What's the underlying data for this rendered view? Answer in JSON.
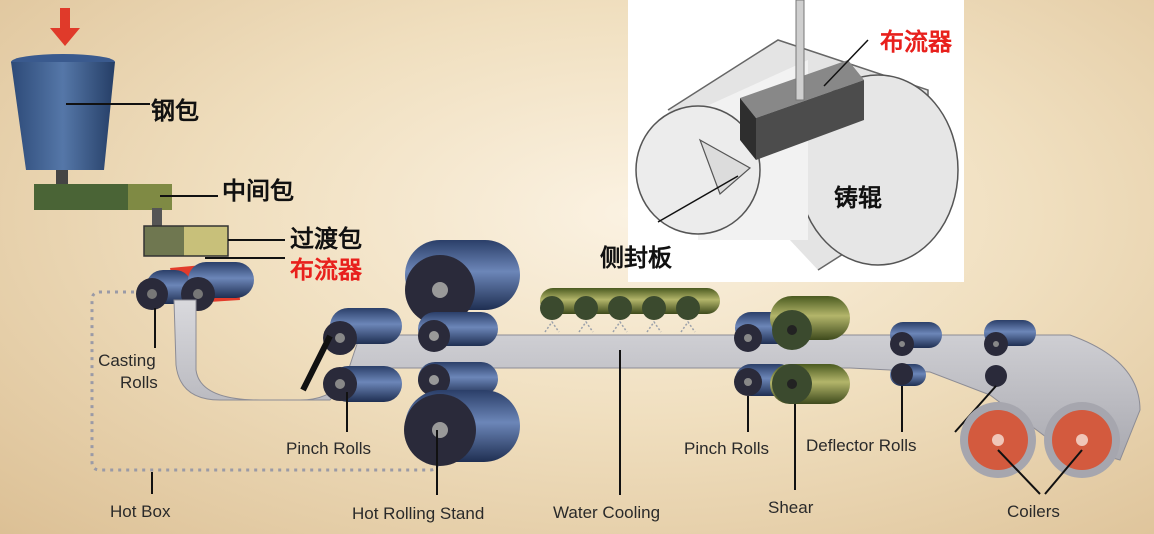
{
  "labels": {
    "ladle": "钢包",
    "tundish": "中间包",
    "transition_box": "过渡包",
    "distributor": "布流器",
    "casting_rolls_1": "Casting",
    "casting_rolls_2": "Rolls",
    "pinch_rolls": "Pinch Rolls",
    "pinch_rolls_2": "Pinch Rolls",
    "hot_box": "Hot Box",
    "hot_rolling_stand": "Hot Rolling Stand",
    "water_cooling": "Water Cooling",
    "shear": "Shear",
    "deflector_rolls": "Deflector Rolls",
    "coilers": "Coilers"
  },
  "inset": {
    "distributor": "布流器",
    "casting_roll": "铸辊",
    "side_seal": "侧封板"
  },
  "colors": {
    "highlight_text": "#e8201c",
    "melt": "#e23b2b",
    "roll_blue": "#6c86b8",
    "roll_olive": "#b3b56a",
    "coil": "#d35a3e"
  }
}
